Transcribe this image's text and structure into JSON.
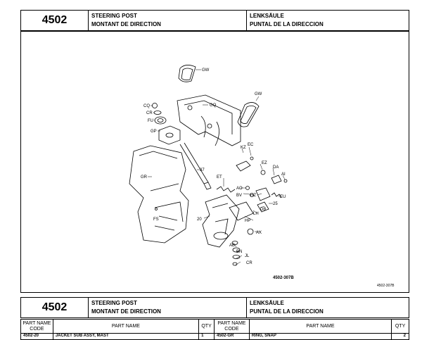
{
  "header": {
    "code": "4502",
    "title_en": "STEERING POST",
    "title_fr": "MONTANT DE DIRECTION",
    "title_de": "LENKSÄULE",
    "title_es": "PUNTAL DE LA DIRECCION"
  },
  "diagram": {
    "labels": [
      "GW",
      "GW",
      "GQ",
      "CQ",
      "CR",
      "FU",
      "GP",
      "KZ",
      "EC",
      "37",
      "EZ",
      "DA",
      "ET",
      "AI",
      "AO",
      "BV",
      "GR",
      "HZ",
      "EU",
      "25",
      "DB",
      "LH",
      "HP",
      "20",
      "FS",
      "AX",
      "AB",
      "BN",
      "JL",
      "CR"
    ],
    "figure_id": "4502-307B",
    "corner_ref": "4502-307B"
  },
  "header2": {
    "code": "4502",
    "title_en": "STEERING POST",
    "title_fr": "MONTANT DE DIRECTION",
    "title_de": "LENKSÄULE",
    "title_es": "PUNTAL DE LA DIRECCION"
  },
  "table": {
    "columns": [
      "PART NAME CODE",
      "PART NAME",
      "QTY",
      "PART NAME CODE",
      "PART NAME",
      "QTY"
    ],
    "rows": [
      [
        "4502-20",
        "JACKET SUB ASSY, MAST",
        "1",
        "4502-GR",
        "RING, SNAP",
        "2"
      ]
    ]
  }
}
